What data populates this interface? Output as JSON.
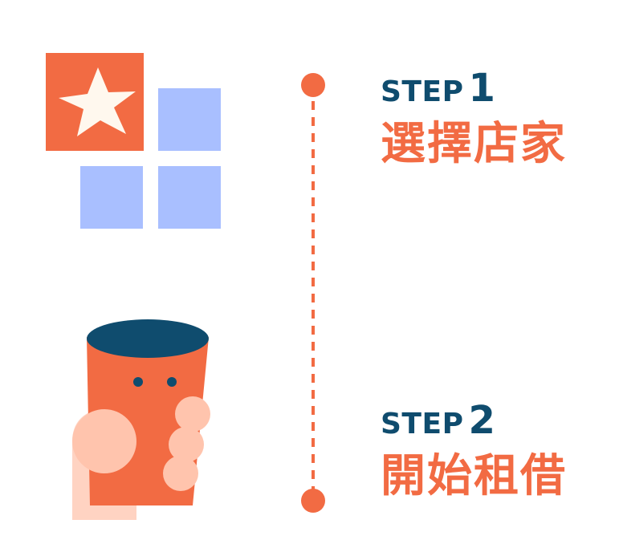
{
  "steps": [
    {
      "word": "STEP",
      "number": "1",
      "title": "選擇店家"
    },
    {
      "word": "STEP",
      "number": "2",
      "title": "開始租借"
    }
  ],
  "colors": {
    "accent_orange": "#f26b43",
    "navy": "#0f4c6e",
    "light_blue": "#a9bfff",
    "skin": "#ffc4ad",
    "star": "#fff8ee"
  },
  "icons": [
    "star-square-icon",
    "store-grid-icon",
    "cup-in-hand-icon"
  ]
}
